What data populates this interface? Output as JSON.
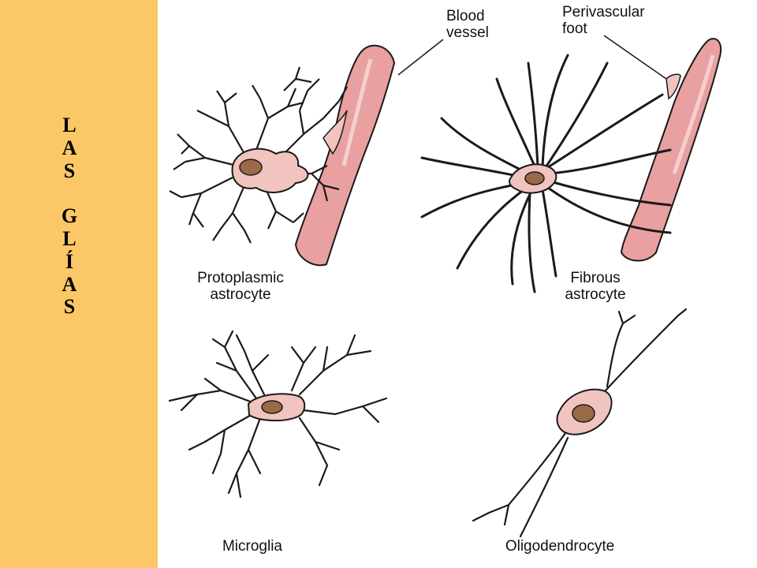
{
  "sidebar": {
    "title_letters_1": [
      "L",
      "A",
      "S"
    ],
    "title_letters_2": [
      "G",
      "L",
      "Í",
      "A",
      "S"
    ],
    "background": "#fcc767"
  },
  "diagram": {
    "labels": {
      "blood_vessel_1": "Blood",
      "blood_vessel_2": "vessel",
      "perivascular_1": "Perivascular",
      "perivascular_2": "foot",
      "protoplasmic_1": "Protoplasmic",
      "protoplasmic_2": "astrocyte",
      "fibrous_1": "Fibrous",
      "fibrous_2": "astrocyte",
      "microglia": "Microglia",
      "oligodendrocyte": "Oligodendrocyte"
    },
    "colors": {
      "vessel": "#e9a0a0",
      "cell_body": "#f2c4bf",
      "nucleus": "#9a6a48",
      "outline": "#1a1a1a"
    }
  }
}
